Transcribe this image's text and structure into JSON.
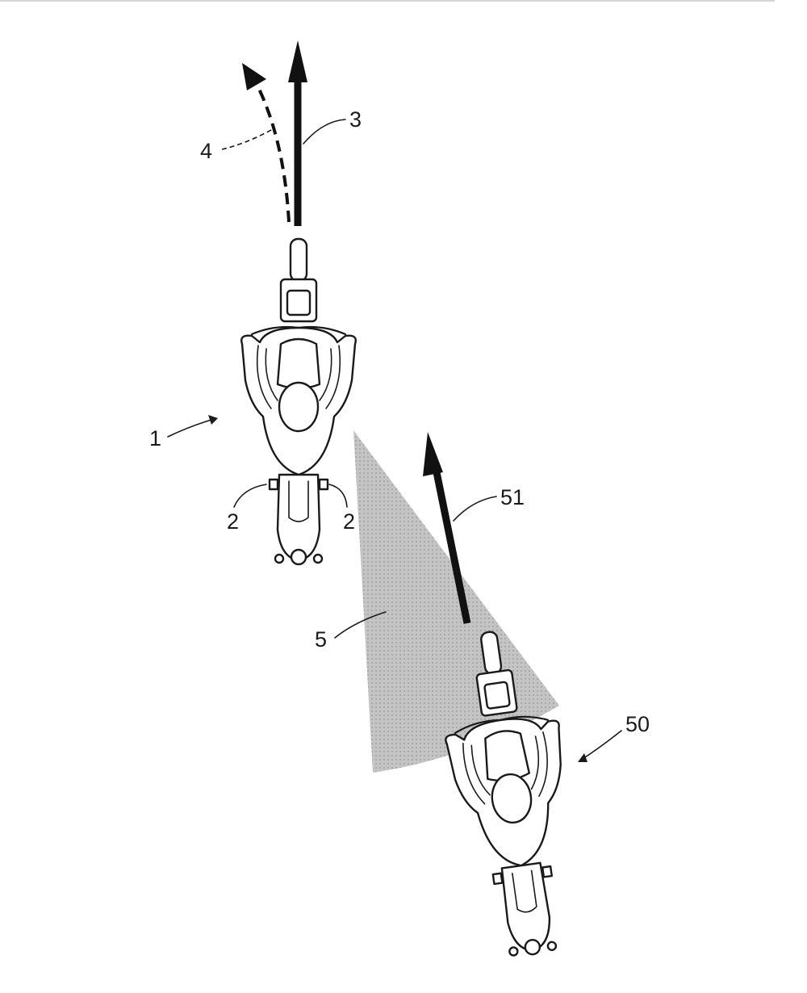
{
  "labels": {
    "motorcycle_host": "1",
    "sensor": "2",
    "travel_path": "3",
    "predicted_path": "4",
    "detection_area": "5",
    "other_motorcycle": "50",
    "other_travel_path": "51"
  },
  "colors": {
    "line": "#1a1a1a",
    "detection_fill": "#bdbdbd",
    "background": "#ffffff"
  }
}
